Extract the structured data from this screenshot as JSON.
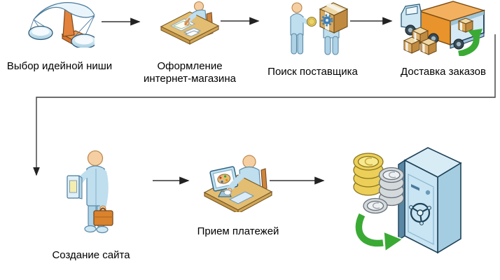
{
  "diagram": {
    "steps": [
      {
        "label": "Выбор идейной ниши",
        "icon": "balance-scale-icon"
      },
      {
        "label": "Оформление интернет-магазина",
        "icon": "person-writing-at-desk-icon"
      },
      {
        "label": "Поиск поставщика",
        "icon": "supplier-with-box-icon"
      },
      {
        "label": "Доставка заказов",
        "icon": "delivery-truck-icon"
      },
      {
        "label": "Создание сайта",
        "icon": "person-with-phone-icon"
      },
      {
        "label": "Прием платежей",
        "icon": "person-at-computer-icon"
      },
      {
        "icon": "safe-with-coins-icon"
      }
    ],
    "colors": {
      "background": "#ffffff",
      "text": "#000000",
      "flow_arrow": "#333333",
      "person_blue": "#bfdeee",
      "skin": "#f5cfa2",
      "desk_tan": "#e3bd72",
      "accent_orange": "#e2823c",
      "truck_orange": "#e8932c",
      "green_arrow": "#3aaa35",
      "gold_coin": "#eccf58",
      "silver_coin": "#d4d9dc",
      "safe_blue": "#c9e4f2"
    }
  }
}
